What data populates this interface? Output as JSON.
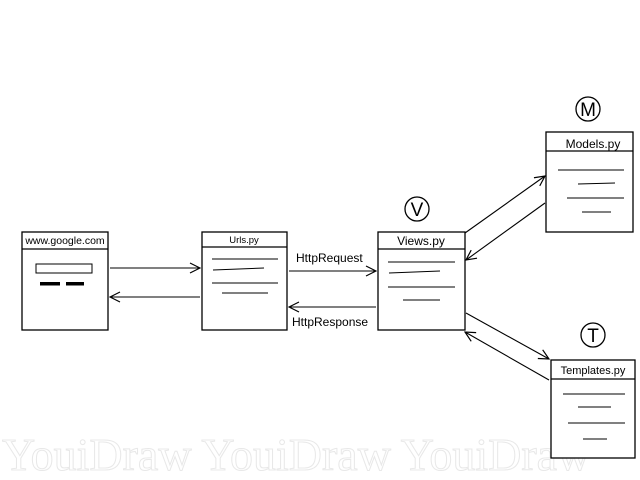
{
  "nodes": {
    "browser": {
      "title": "www.google.com"
    },
    "urls": {
      "title": "Urls.py"
    },
    "views": {
      "title": "Views.py"
    },
    "models": {
      "title": "Models.py"
    },
    "templates": {
      "title": "Templates.py"
    }
  },
  "edges": {
    "request": {
      "label": "HttpRequest"
    },
    "response": {
      "label": "HttpResponse"
    }
  },
  "badges": {
    "model": {
      "letter": "M"
    },
    "view": {
      "letter": "V"
    },
    "template": {
      "letter": "T"
    }
  },
  "watermark": {
    "text": "YouiDraw YouiDraw YouiDraw"
  },
  "colors": {
    "ink": "#000000",
    "paper": "#ffffff",
    "watermark": "#e8e8e8"
  }
}
